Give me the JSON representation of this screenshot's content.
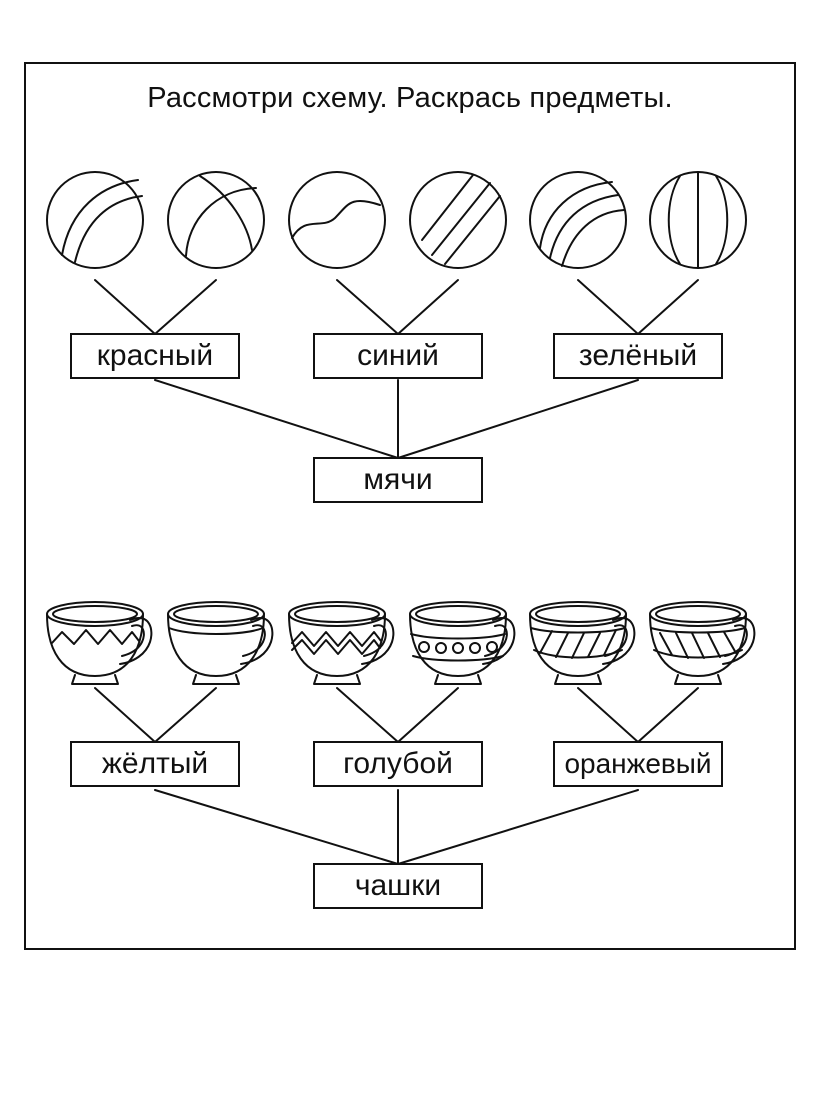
{
  "title": "Рассмотри схему. Раскрась предметы.",
  "balls": {
    "group_label": "мячи",
    "colors": [
      "красный",
      "синий",
      "зелёный"
    ],
    "items": [
      {
        "pattern": "two-arcs",
        "color_group": 0
      },
      {
        "pattern": "crossed-arcs",
        "color_group": 0
      },
      {
        "pattern": "wave",
        "color_group": 1
      },
      {
        "pattern": "diagonal-stripes",
        "color_group": 1
      },
      {
        "pattern": "three-arcs",
        "color_group": 2
      },
      {
        "pattern": "meridians",
        "color_group": 2
      }
    ]
  },
  "cups": {
    "group_label": "чашки",
    "colors": [
      "жёлтый",
      "голубой",
      "оранжевый"
    ],
    "items": [
      {
        "pattern": "zigzag",
        "color_group": 0
      },
      {
        "pattern": "band",
        "color_group": 0
      },
      {
        "pattern": "zigzag",
        "color_group": 1
      },
      {
        "pattern": "dots",
        "color_group": 1
      },
      {
        "pattern": "stripes",
        "color_group": 2
      },
      {
        "pattern": "stripes",
        "color_group": 2
      }
    ]
  },
  "style": {
    "ink": "#111111",
    "paper": "#ffffff"
  }
}
